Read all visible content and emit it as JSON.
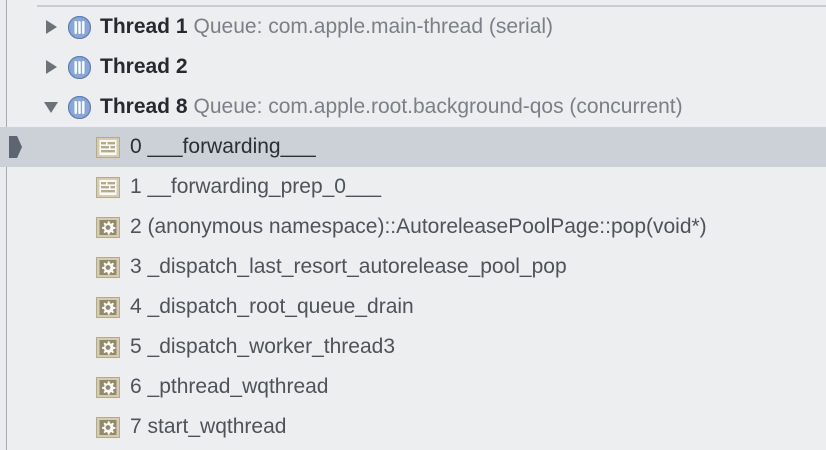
{
  "panel": {
    "name": "debug-navigator-thread-list",
    "background_color": "#eceef0",
    "selected_row_color": "#ccd1d8",
    "thread_icon_color": "#7b9bd0",
    "frame_icon_color": "#c7c0a8"
  },
  "rows": [
    {
      "kind": "thread",
      "expanded": false,
      "disclosure": "triangle-right",
      "icon": "thread-icon",
      "name": "Thread 1",
      "queue": "Queue: com.apple.main-thread (serial)",
      "selected": false
    },
    {
      "kind": "thread",
      "expanded": false,
      "disclosure": "triangle-right",
      "icon": "thread-icon",
      "name": "Thread 2",
      "queue": "",
      "selected": false
    },
    {
      "kind": "thread",
      "expanded": true,
      "disclosure": "triangle-down",
      "icon": "thread-icon",
      "name": "Thread 8",
      "queue": "Queue: com.apple.root.background-qos (concurrent)",
      "selected": false
    },
    {
      "kind": "frame",
      "icon": "source-lines-icon",
      "index": "0",
      "symbol": "___forwarding___",
      "label": "0 ___forwarding___",
      "selected": true,
      "current_frame_pointer": true
    },
    {
      "kind": "frame",
      "icon": "source-lines-icon",
      "index": "1",
      "symbol": "__forwarding_prep_0___",
      "label": "1 __forwarding_prep_0___",
      "selected": false,
      "current_frame_pointer": false
    },
    {
      "kind": "frame",
      "icon": "gear-icon",
      "index": "2",
      "symbol": "(anonymous namespace)::AutoreleasePoolPage::pop(void*)",
      "label": "2 (anonymous namespace)::AutoreleasePoolPage::pop(void*)",
      "selected": false,
      "current_frame_pointer": false
    },
    {
      "kind": "frame",
      "icon": "gear-icon",
      "index": "3",
      "symbol": "_dispatch_last_resort_autorelease_pool_pop",
      "label": "3 _dispatch_last_resort_autorelease_pool_pop",
      "selected": false,
      "current_frame_pointer": false
    },
    {
      "kind": "frame",
      "icon": "gear-icon",
      "index": "4",
      "symbol": "_dispatch_root_queue_drain",
      "label": "4 _dispatch_root_queue_drain",
      "selected": false,
      "current_frame_pointer": false
    },
    {
      "kind": "frame",
      "icon": "gear-icon",
      "index": "5",
      "symbol": "_dispatch_worker_thread3",
      "label": "5 _dispatch_worker_thread3",
      "selected": false,
      "current_frame_pointer": false
    },
    {
      "kind": "frame",
      "icon": "gear-icon",
      "index": "6",
      "symbol": "_pthread_wqthread",
      "label": "6 _pthread_wqthread",
      "selected": false,
      "current_frame_pointer": false
    },
    {
      "kind": "frame",
      "icon": "gear-icon",
      "index": "7",
      "symbol": "start_wqthread",
      "label": "7 start_wqthread",
      "selected": false,
      "current_frame_pointer": false
    }
  ]
}
